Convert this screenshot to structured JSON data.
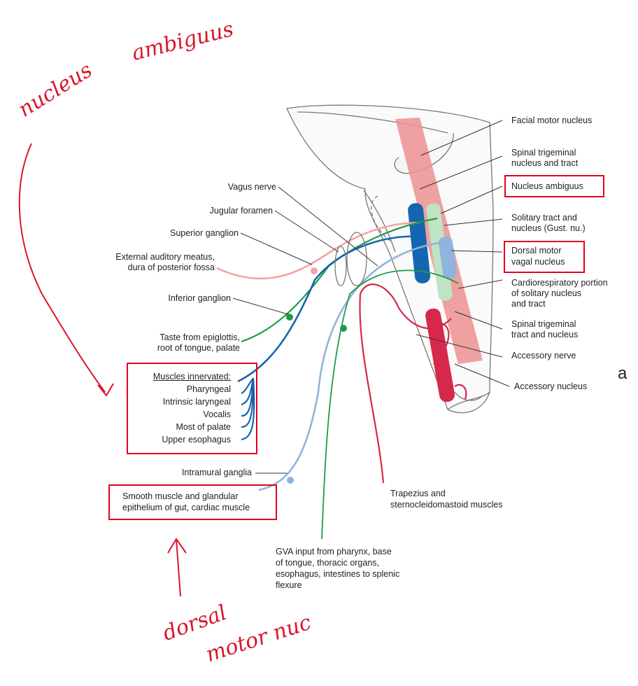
{
  "labels": {
    "facial_motor": "Facial motor nucleus",
    "spinal_trigeminal_1": "Spinal trigeminal",
    "spinal_trigeminal_2": "nucleus and tract",
    "nucleus_ambiguus": "Nucleus ambiguus",
    "solitary_1": "Solitary tract and",
    "solitary_2": "nucleus (Gust. nu.)",
    "dorsal_motor_1": "Dorsal motor",
    "dorsal_motor_2": "vagal nucleus",
    "cardio_1": "Cardiorespiratory portion",
    "cardio_2": "of solitary nucleus",
    "cardio_3": "and tract",
    "spinal_trig_tract_1": "Spinal trigeminal",
    "spinal_trig_tract_2": "tract and nucleus",
    "accessory_nerve": "Accessory nerve",
    "accessory_nucleus": "Accessory nucleus",
    "vagus_nerve": "Vagus nerve",
    "jugular_foramen": "Jugular foramen",
    "superior_ganglion": "Superior ganglion",
    "ext_auditory_1": "External auditory meatus,",
    "ext_auditory_2": "dura of posterior fossa",
    "inferior_ganglion": "Inferior ganglion",
    "taste_1": "Taste from epiglottis,",
    "taste_2": "root of tongue, palate",
    "muscles_title": "Muscles innervated:",
    "muscles": [
      "Pharyngeal",
      "Intrinsic laryngeal",
      "Vocalis",
      "Most of palate",
      "Upper esophagus"
    ],
    "intramural_ganglia": "Intramural ganglia",
    "smooth_1": "Smooth muscle and glandular",
    "smooth_2": "epithelium of gut, cardiac muscle",
    "trapezius_1": "Trapezius and",
    "trapezius_2": "sternocleidomastoid muscles",
    "gva_1": "GVA input from pharynx, base",
    "gva_2": "of tongue, thoracic organs,",
    "gva_3": "esophagus, intestines to splenic",
    "gva_4": "flexure",
    "stray_letter": "a"
  },
  "handwriting": {
    "nucleus_ambiguus": [
      "nucleus",
      "ambiguus"
    ],
    "dorsal_motor_nuc": [
      "dorsal",
      "motor nuc"
    ]
  },
  "colors": {
    "annotation_red": "#e3001b",
    "general_sensory_pink": "#f2a3a3",
    "taste_green": "#1f9a4a",
    "branchial_motor_blue": "#1565b0",
    "visceral_motor_lightblue": "#8fb4de",
    "accessory_red": "#d6284a",
    "trigeminal_pink": "#ec8f8f"
  }
}
